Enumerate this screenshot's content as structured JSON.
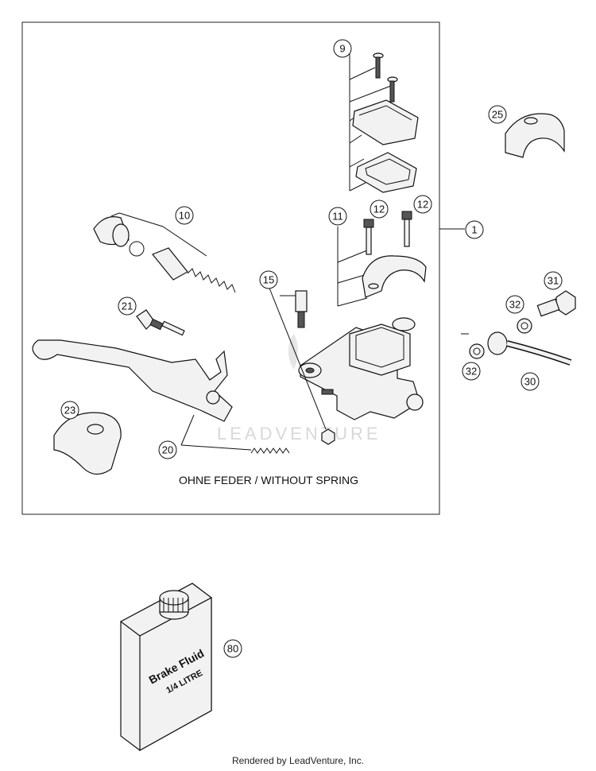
{
  "diagram": {
    "note": "OHNE FEDER / WITHOUT SPRING",
    "watermark": "LEADVENTURE",
    "footer": "Rendered by LeadVenture, Inc.",
    "callouts": {
      "c1": "1",
      "c9": "9",
      "c10": "10",
      "c11": "11",
      "c12a": "12",
      "c12b": "12",
      "c15": "15",
      "c20": "20",
      "c21": "21",
      "c23": "23",
      "c25": "25",
      "c30": "30",
      "c31": "31",
      "c32a": "32",
      "c32b": "32",
      "c80": "80"
    },
    "bottle": {
      "line1": "Brake Fluid",
      "line2": "1/4 LITRE"
    }
  }
}
